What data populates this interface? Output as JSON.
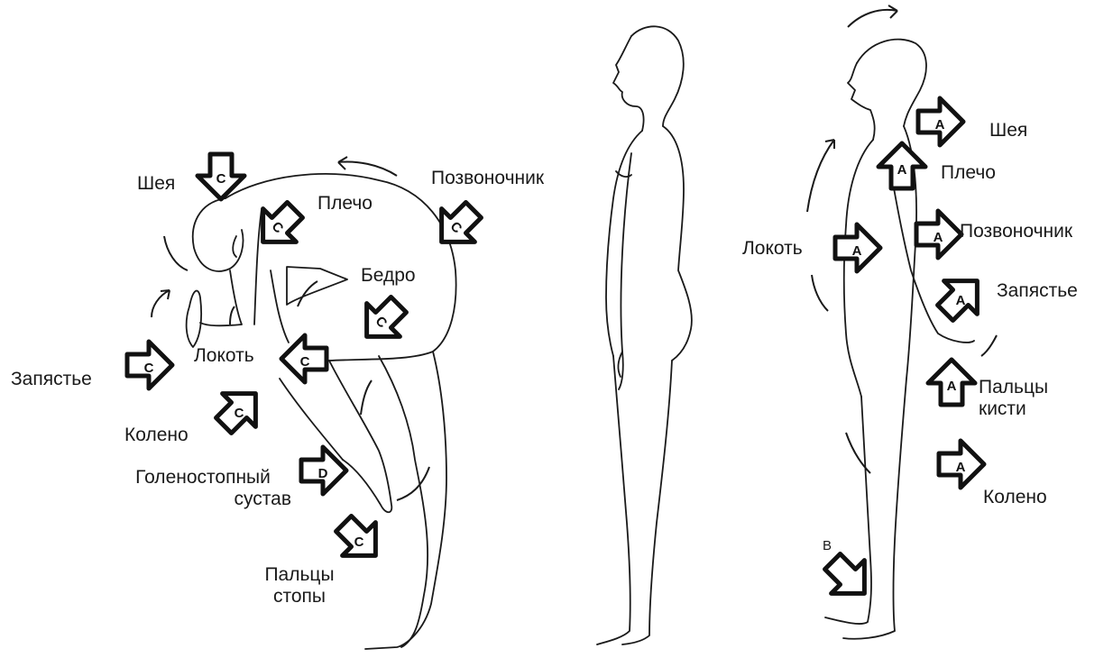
{
  "left_figure": {
    "labels": {
      "neck": "Шея",
      "shoulder": "Плечо",
      "spine": "Позвоночник",
      "hip": "Бедро",
      "elbow": "Локоть",
      "wrist": "Запястье",
      "knee": "Колено",
      "ankle_line1": "Голеностопный",
      "ankle_line2": "сустав",
      "toes_line1": "Пальцы",
      "toes_line2": "стопы"
    },
    "arrow_letters": {
      "neck": "C",
      "shoulder": "C",
      "spine": "C",
      "hip": "C",
      "elbow": "C",
      "wrist": "C",
      "knee": "C",
      "ankle": "D",
      "toes": "C"
    }
  },
  "right_figure": {
    "labels": {
      "neck": "Шея",
      "shoulder": "Плечо",
      "spine": "Позвоночник",
      "elbow": "Локоть",
      "wrist": "Запястье",
      "fingers_line1": "Пальцы",
      "fingers_line2": "кисти",
      "knee": "Колено",
      "toes_marker": "B"
    },
    "arrow_letters": {
      "neck": "A",
      "shoulder": "A",
      "spine": "A",
      "elbow": "A",
      "wrist": "A",
      "fingers": "A",
      "knee": "A"
    }
  }
}
